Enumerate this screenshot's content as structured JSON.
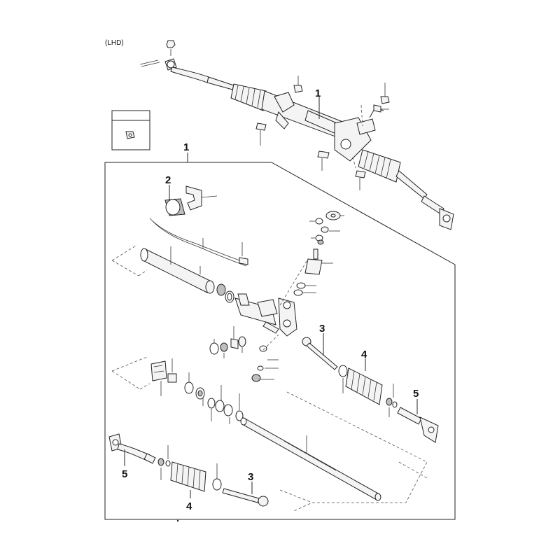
{
  "diagram": {
    "variant_label": "(LHD)",
    "callouts": {
      "assembly_top": "1",
      "assembly_box": "1",
      "bracket": "2",
      "inner_tie_rod_right": "3",
      "boot_right": "4",
      "tie_rod_end_right": "5",
      "tie_rod_end_left": "5",
      "boot_left": "4",
      "inner_tie_rod_left": "3"
    }
  }
}
